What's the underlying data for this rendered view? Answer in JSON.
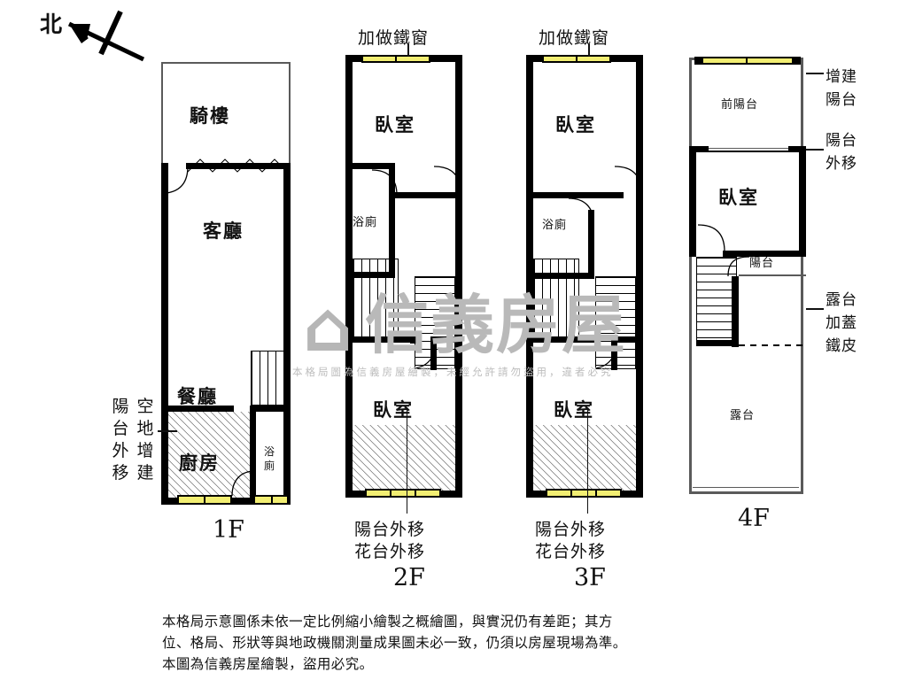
{
  "compass": {
    "label": "北"
  },
  "watermark": {
    "brand": "信義房屋",
    "logo_glyph": "⌂",
    "subtext": "本格局圖為信義房屋繪製，未經允許請勿盜用，違者必究"
  },
  "floors": [
    {
      "id": "1F",
      "label": "1F",
      "rooms": [
        {
          "name": "騎樓",
          "key": "arcade"
        },
        {
          "name": "客廳",
          "key": "living-room"
        },
        {
          "name": "餐廳",
          "key": "dining-room"
        },
        {
          "name": "廚房",
          "key": "kitchen"
        },
        {
          "name": "浴廁",
          "key": "bathroom"
        }
      ],
      "callouts": [
        {
          "text": "陽台外移",
          "key": "balcony-moved-out"
        },
        {
          "text": "空地增建",
          "key": "vacant-land-extension"
        }
      ]
    },
    {
      "id": "2F",
      "label": "2F",
      "rooms": [
        {
          "name": "臥室",
          "key": "bedroom-front"
        },
        {
          "name": "浴廁",
          "key": "bathroom"
        },
        {
          "name": "臥室",
          "key": "bedroom-rear"
        }
      ],
      "callouts": [
        {
          "text": "加做鐵窗",
          "key": "added-iron-window"
        },
        {
          "text": "陽台外移",
          "key": "balcony-moved-out"
        },
        {
          "text": "花台外移",
          "key": "planter-moved-out"
        }
      ]
    },
    {
      "id": "3F",
      "label": "3F",
      "rooms": [
        {
          "name": "臥室",
          "key": "bedroom-front"
        },
        {
          "name": "浴廁",
          "key": "bathroom"
        },
        {
          "name": "臥室",
          "key": "bedroom-rear"
        }
      ],
      "callouts": [
        {
          "text": "加做鐵窗",
          "key": "added-iron-window"
        },
        {
          "text": "陽台外移",
          "key": "balcony-moved-out"
        },
        {
          "text": "花台外移",
          "key": "planter-moved-out"
        }
      ]
    },
    {
      "id": "4F",
      "label": "4F",
      "rooms": [
        {
          "name": "前陽台",
          "key": "front-balcony"
        },
        {
          "name": "臥室",
          "key": "bedroom"
        },
        {
          "name": "陽台",
          "key": "balcony"
        },
        {
          "name": "露台",
          "key": "terrace"
        }
      ],
      "callouts": [
        {
          "text": "增建",
          "key": "extension-line1"
        },
        {
          "text": "陽台",
          "key": "extension-line2"
        },
        {
          "text": "陽台",
          "key": "balcony-moved-line1"
        },
        {
          "text": "外移",
          "key": "balcony-moved-line2"
        },
        {
          "text": "露台",
          "key": "terrace-cover-line1"
        },
        {
          "text": "加蓋",
          "key": "terrace-cover-line2"
        },
        {
          "text": "鐵皮",
          "key": "terrace-cover-line3"
        }
      ]
    }
  ],
  "disclaimer": {
    "line1": "本格局示意圖係未依一定比例縮小繪製之概繪圖，與實況仍有差距；其方",
    "line2": "位、格局、形狀等與地政機關測量成果圖未必一致，仍須以房屋現場為準。",
    "line3": "本圖為信義房屋繪製，盜用必究。"
  },
  "colors": {
    "wall": "#000000",
    "window": "#f2ee72",
    "watermark": "#b9b9b9",
    "paper": "#ffffff"
  }
}
